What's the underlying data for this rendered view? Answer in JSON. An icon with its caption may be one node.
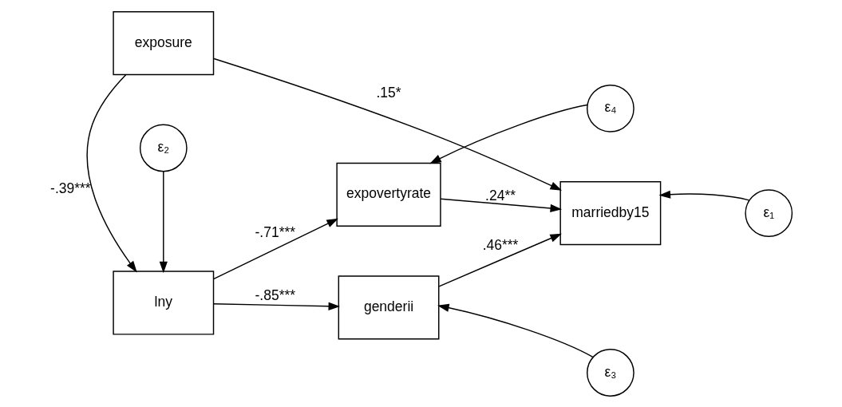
{
  "diagram": {
    "nodes": [
      {
        "text": [
          "exposure"
        ]
      },
      {
        "text": [
          "marriedby15"
        ]
      },
      {
        "text": [
          "ε₁"
        ]
      },
      {
        "text": [
          "genderii"
        ]
      },
      {
        "text": [
          "ε₃"
        ]
      },
      {
        "text": [
          "lny"
        ]
      },
      {
        "text": [
          "expovertyrate"
        ]
      },
      {
        "text": [
          "ε₄"
        ]
      },
      {
        "text": [
          "ε₂"
        ]
      }
    ],
    "edges": [
      {
        "from": 0,
        "to": 1,
        "arrow": "to",
        "label": ".15*"
      },
      {
        "from": 2,
        "to": 1,
        "arrow": "to"
      },
      {
        "from": 0,
        "to": 5,
        "arrow": "to",
        "label": "-.39***"
      },
      {
        "from": 3,
        "to": 1,
        "arrow": "to",
        "label": ".46***"
      },
      {
        "from": 4,
        "to": 3,
        "arrow": "to"
      },
      {
        "from": 6,
        "to": 1,
        "arrow": "to",
        "label": ".24**"
      },
      {
        "from": 5,
        "to": 3,
        "arrow": "to",
        "label": "-.85***"
      },
      {
        "from": 5,
        "to": 6,
        "arrow": "to",
        "label": "-.71***"
      },
      {
        "from": 7,
        "to": 6,
        "arrow": "to"
      },
      {
        "from": 8,
        "to": 5,
        "arrow": "to"
      }
    ]
  }
}
